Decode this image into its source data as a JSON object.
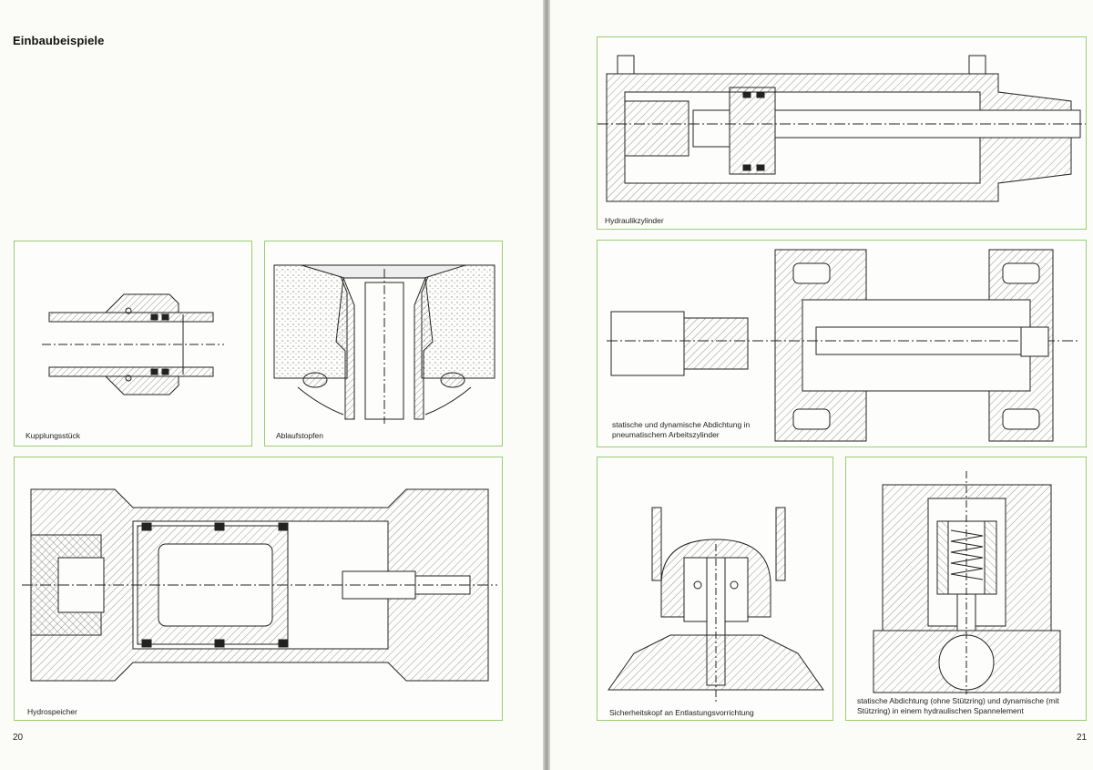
{
  "left_page": {
    "heading": "Einbaubeispiele",
    "page_number": "20",
    "figures": [
      {
        "caption": "Kupplungsstück"
      },
      {
        "caption": "Ablaufstopfen"
      },
      {
        "caption": "Hydrospeicher"
      }
    ]
  },
  "right_page": {
    "page_number": "21",
    "figures": [
      {
        "caption": "Hydraulikzylinder"
      },
      {
        "caption": "statische und dynamische Abdichtung in pneumatischem Arbeitszylinder"
      },
      {
        "caption": "Sicherheitskopf an Entlastungsvorrichtung"
      },
      {
        "caption": "statische Abdichtung (ohne Stützring) und dynamische (mit Stützring) in einem hydraulischen Spannelement"
      }
    ]
  },
  "colors": {
    "frame_border": "#9ccc74",
    "ink": "#222222",
    "paper": "#fbfbf8"
  }
}
